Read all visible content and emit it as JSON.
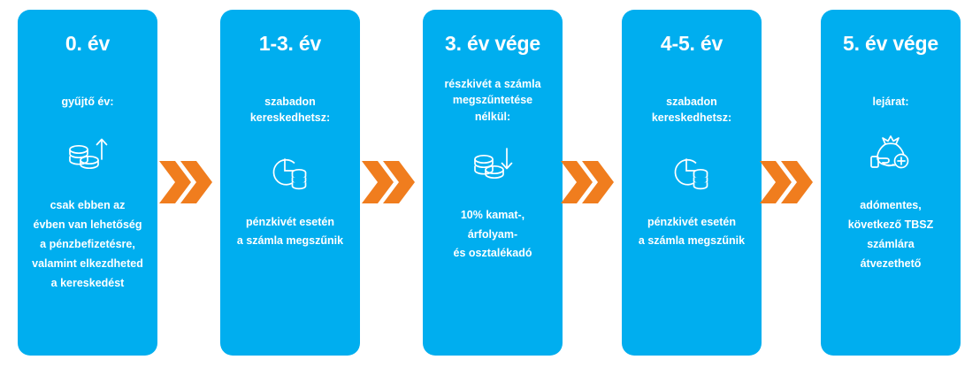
{
  "colors": {
    "card_blue": "#00AEEF",
    "arrow_orange": "#F07D1E",
    "text_white": "#FFFFFF",
    "background": "#FFFFFF"
  },
  "diagram": {
    "type": "horizontal-timeline-steps",
    "language": "hu",
    "step_count": 5,
    "connector_icon": "double-chevron-right-icon"
  },
  "steps": [
    {
      "title": "0. év",
      "subtitle": "gyűjtő év:",
      "icon": "coin-stack-up-arrow-icon",
      "body_lines": [
        "csak ebben az",
        "évben van lehetőség",
        "a pénzbefizetésre,",
        "valamint elkezdheted",
        "a kereskedést"
      ]
    },
    {
      "title": "1-3. év",
      "subtitle": "szabadon\nkereskedhetsz:",
      "icon": "clock-coin-stack-icon",
      "body_lines": [
        "pénzkivét esetén",
        "a számla megszűnik"
      ]
    },
    {
      "title": "3. év vége",
      "subtitle": "részkivét a számla\nmegszűntetése\nnélkül:",
      "icon": "coin-stack-down-arrow-icon",
      "body_lines": [
        "10% kamat-,",
        "árfolyam-",
        "és osztalékadó"
      ]
    },
    {
      "title": "4-5. év",
      "subtitle": "szabadon\nkereskedhetsz:",
      "icon": "clock-coin-stack-icon",
      "body_lines": [
        "pénzkivét esetén",
        "a számla megszűnik"
      ]
    },
    {
      "title": "5. év vége",
      "subtitle": "lejárat:",
      "icon": "hand-money-bag-plus-icon",
      "body_lines": [
        "adómentes,",
        "következő TBSZ",
        "számlára",
        "átvezethető"
      ]
    }
  ]
}
